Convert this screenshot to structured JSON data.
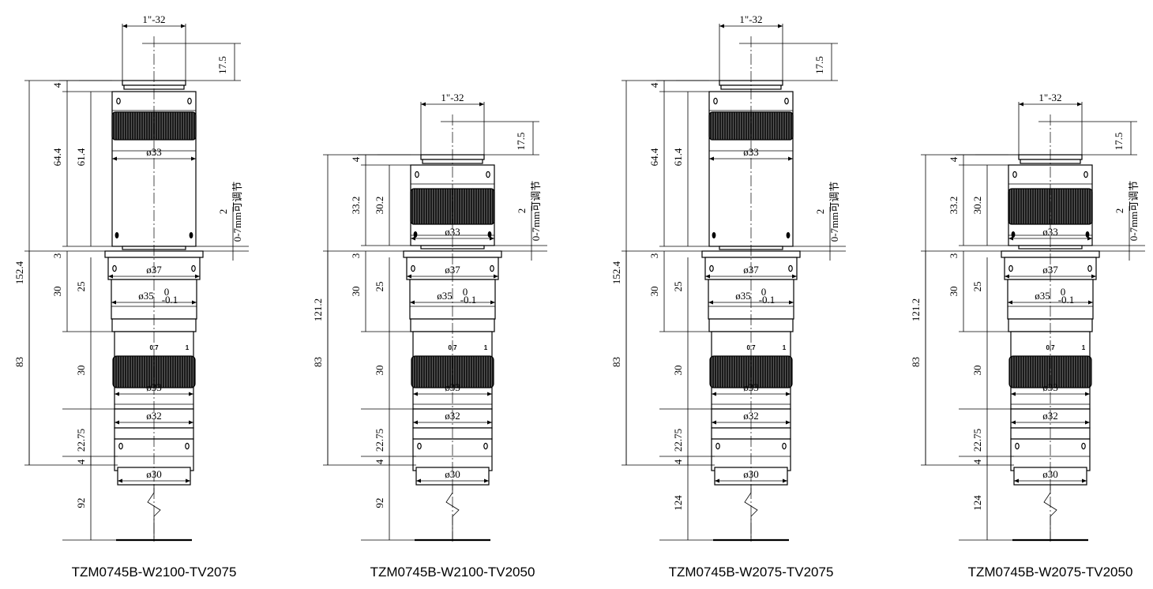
{
  "drawings": [
    {
      "model": "TZM0745B-W2100-TV2075",
      "variant": "long",
      "dims": {
        "thread": "1\"-32",
        "top_len": "17.5",
        "cap": "4",
        "total": "152.4",
        "upper_outer": "64.4",
        "upper_inner": "61.4",
        "adjust_value": "2",
        "adjust_note": "0-7mm可调节",
        "gap": "3",
        "mid_outer": "30",
        "mid_inner": "25",
        "zoom_len": "83",
        "zoom_body": "30",
        "bottom_len": "22.75",
        "flange": "4",
        "wd": "92",
        "d_upper": "ø33",
        "d37": "ø37",
        "d35": "ø35",
        "tol_upper": "0",
        "tol_lower": "-0.1",
        "d_zoom": "ø33",
        "d32": "ø32",
        "d30": "ø30",
        "mark_a": "0.7",
        "mark_b": "1"
      }
    },
    {
      "model": "TZM0745B-W2100-TV2050",
      "variant": "short",
      "dims": {
        "thread": "1\"-32",
        "top_len": "17.5",
        "cap": "4",
        "total": "121.2",
        "upper_outer": "33.2",
        "upper_inner": "30.2",
        "adjust_value": "2",
        "adjust_note": "0-7mm可调节",
        "gap": "3",
        "mid_outer": "30",
        "mid_inner": "25",
        "zoom_len": "83",
        "zoom_body": "30",
        "bottom_len": "22.75",
        "flange": "4",
        "wd": "92",
        "d_upper": "ø33",
        "d37": "ø37",
        "d35": "ø35",
        "tol_upper": "0",
        "tol_lower": "-0.1",
        "d_zoom": "ø33",
        "d32": "ø32",
        "d30": "ø30",
        "mark_a": "0.7",
        "mark_b": "1"
      }
    },
    {
      "model": "TZM0745B-W2075-TV2075",
      "variant": "long",
      "dims": {
        "thread": "1\"-32",
        "top_len": "17.5",
        "cap": "4",
        "total": "152.4",
        "upper_outer": "64.4",
        "upper_inner": "61.4",
        "adjust_value": "2",
        "adjust_note": "0-7mm可调节",
        "gap": "3",
        "mid_outer": "30",
        "mid_inner": "25",
        "zoom_len": "83",
        "zoom_body": "30",
        "bottom_len": "22.75",
        "flange": "4",
        "wd": "124",
        "d_upper": "ø33",
        "d37": "ø37",
        "d35": "ø35",
        "tol_upper": "0",
        "tol_lower": "-0.1",
        "d_zoom": "ø33",
        "d32": "ø32",
        "d30": "ø30",
        "mark_a": "0.7",
        "mark_b": "1"
      }
    },
    {
      "model": "TZM0745B-W2075-TV2050",
      "variant": "short",
      "dims": {
        "thread": "1\"-32",
        "top_len": "17.5",
        "cap": "4",
        "total": "121.2",
        "upper_outer": "33.2",
        "upper_inner": "30.2",
        "adjust_value": "2",
        "adjust_note": "0-7mm可调节",
        "gap": "3",
        "mid_outer": "30",
        "mid_inner": "25",
        "zoom_len": "83",
        "zoom_body": "30",
        "bottom_len": "22.75",
        "flange": "4",
        "wd": "124",
        "d_upper": "ø33",
        "d37": "ø37",
        "d35": "ø35",
        "tol_upper": "0",
        "tol_lower": "-0.1",
        "d_zoom": "ø33",
        "d32": "ø32",
        "d30": "ø30",
        "mark_a": "0.7",
        "mark_b": "1"
      }
    }
  ]
}
